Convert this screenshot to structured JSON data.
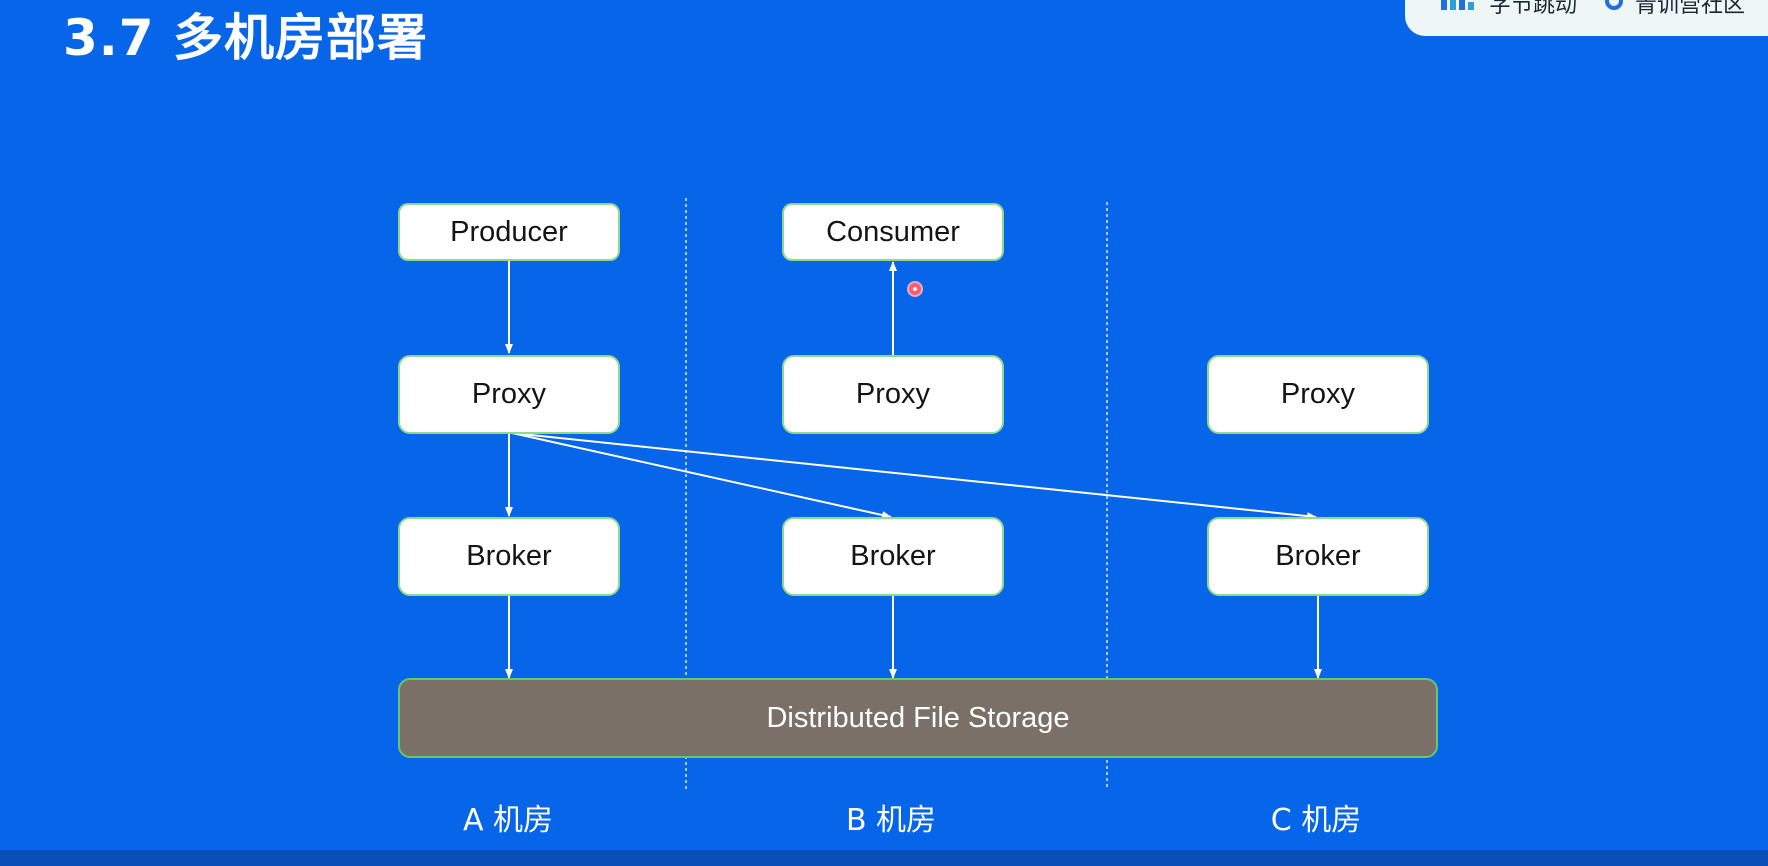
{
  "slide": {
    "title": "3.7 多机房部署",
    "background_color": "#0665e8"
  },
  "brand": {
    "logo_text": "字节跳动",
    "community_text": "青训营社区",
    "logo_icon": "bytedance-logo-icon",
    "community_icon": "community-logo-icon"
  },
  "diagram": {
    "nodes": {
      "producer": "Producer",
      "consumer": "Consumer",
      "proxy_a": "Proxy",
      "proxy_b": "Proxy",
      "proxy_c": "Proxy",
      "broker_a": "Broker",
      "broker_b": "Broker",
      "broker_c": "Broker"
    },
    "storage": "Distributed File Storage",
    "rooms": {
      "a": "A 机房",
      "b": "B 机房",
      "c": "C 机房"
    },
    "colors": {
      "node_border": "#8ed98c",
      "storage_fill": "#7b7068",
      "storage_border": "#64c96a",
      "arrow": "#ffffff"
    },
    "edges": [
      {
        "from": "Producer",
        "to": "Proxy (A)"
      },
      {
        "from": "Proxy (B)",
        "to": "Consumer"
      },
      {
        "from": "Proxy (A)",
        "to": "Broker (A)"
      },
      {
        "from": "Proxy (A)",
        "to": "Broker (B)"
      },
      {
        "from": "Proxy (A)",
        "to": "Broker (C)"
      },
      {
        "from": "Broker (A)",
        "to": "Distributed File Storage"
      },
      {
        "from": "Broker (B)",
        "to": "Distributed File Storage"
      },
      {
        "from": "Broker (C)",
        "to": "Distributed File Storage"
      }
    ]
  }
}
